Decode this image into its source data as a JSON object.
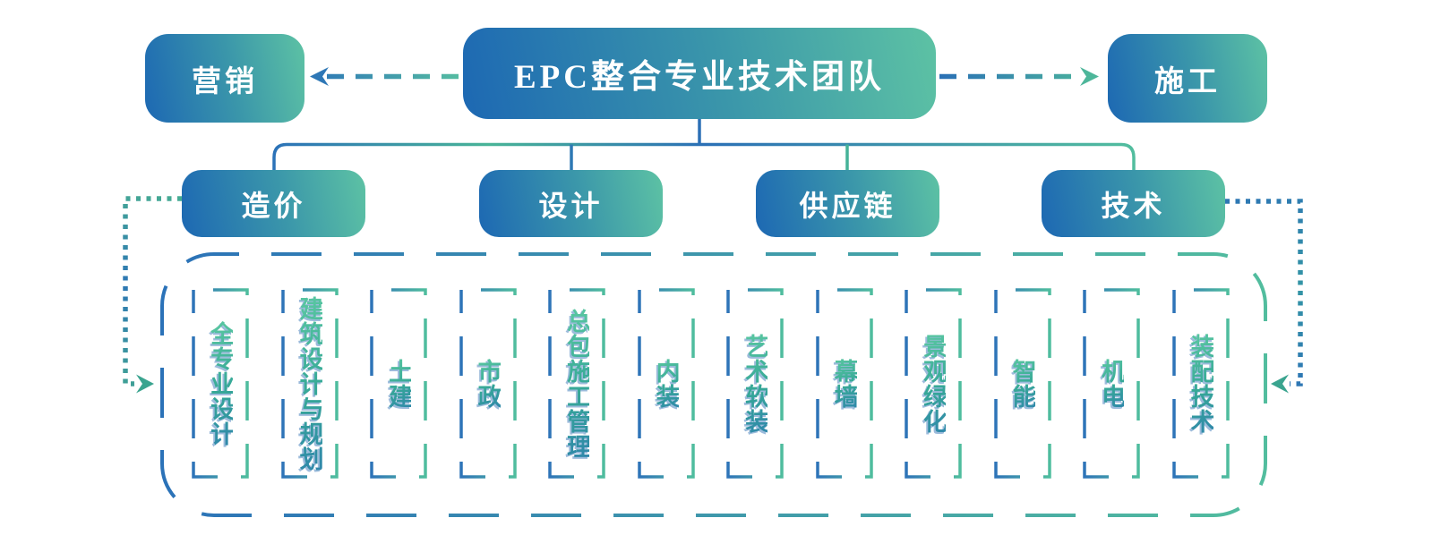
{
  "diagram": {
    "root": {
      "label": "EPC整合专业技术团队"
    },
    "left_node": {
      "label": "营销"
    },
    "right_node": {
      "label": "施工"
    },
    "branches": [
      {
        "label": "造价"
      },
      {
        "label": "设计"
      },
      {
        "label": "供应链"
      },
      {
        "label": "技术"
      }
    ],
    "pool_items": [
      {
        "label": "全专业设计"
      },
      {
        "label": "建筑设计与规划"
      },
      {
        "label": "土建"
      },
      {
        "label": "市政"
      },
      {
        "label": "总包施工管理"
      },
      {
        "label": "内装"
      },
      {
        "label": "艺术软装"
      },
      {
        "label": "幕墙"
      },
      {
        "label": "景观绿化"
      },
      {
        "label": "智能"
      },
      {
        "label": "机电"
      },
      {
        "label": "装配技术"
      }
    ],
    "colors": {
      "accent_blue": "#2270b6",
      "accent_green": "#57c0a1"
    }
  }
}
